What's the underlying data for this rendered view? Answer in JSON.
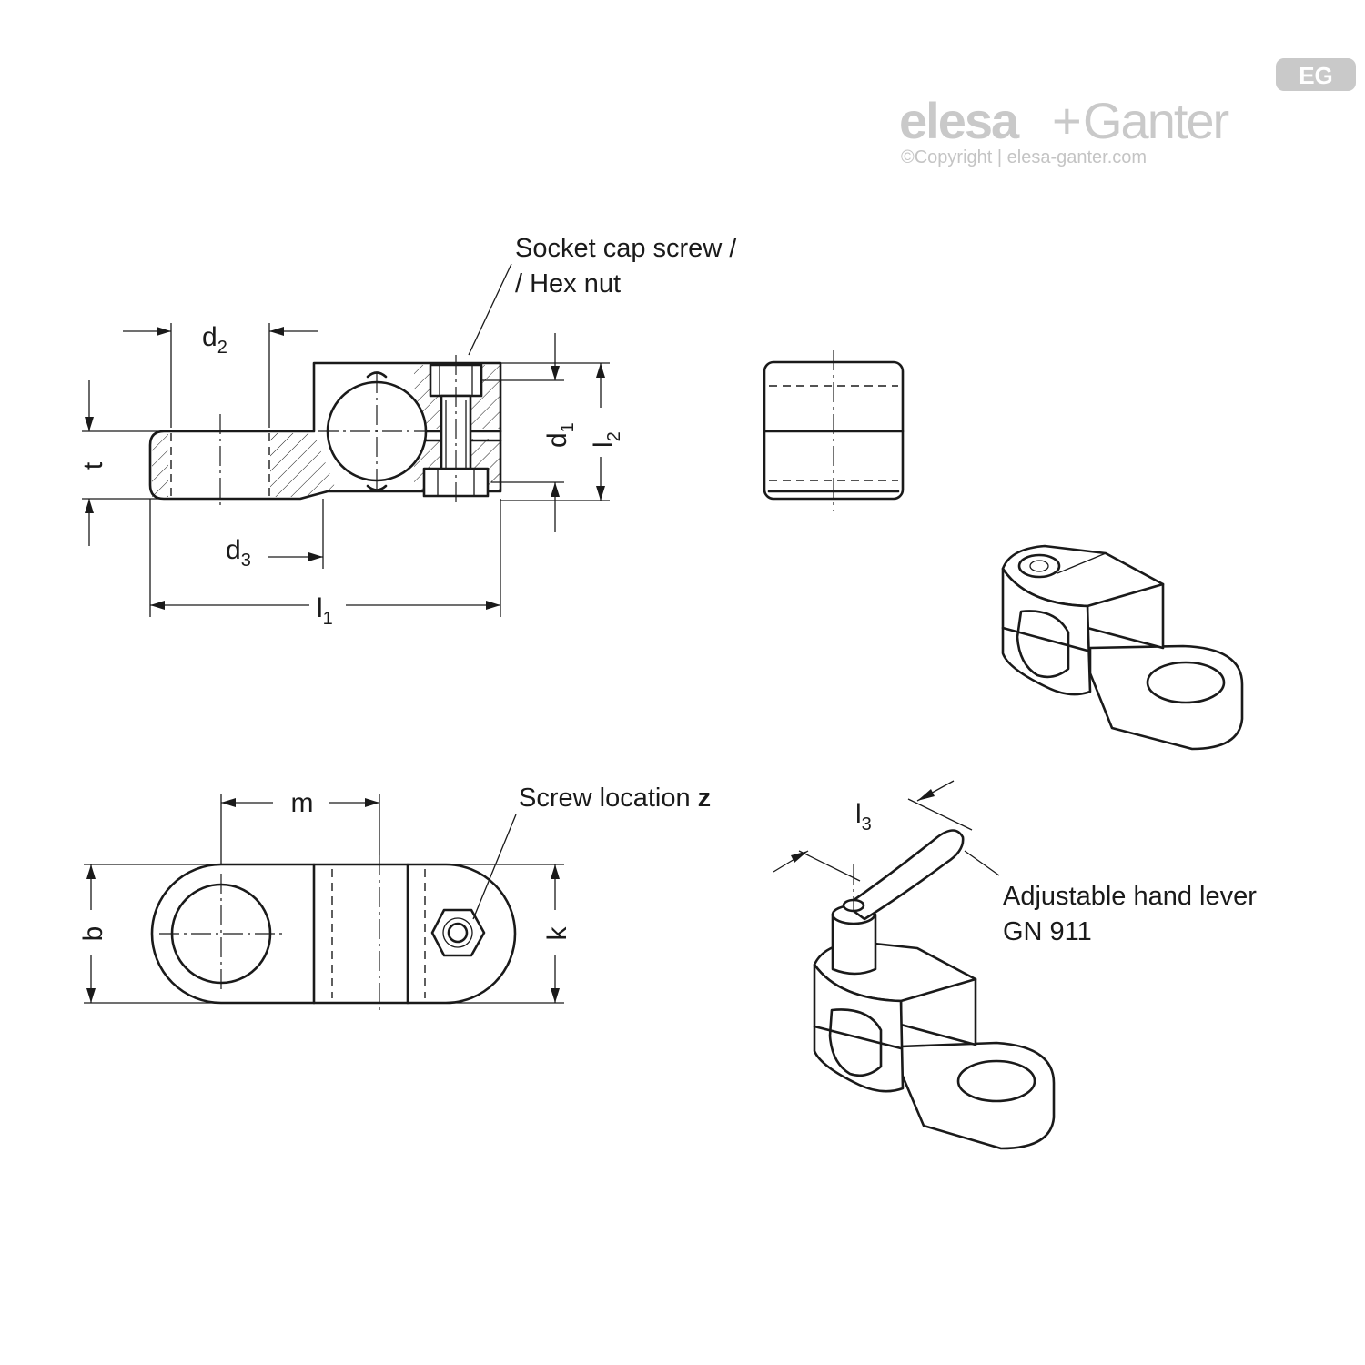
{
  "logo": {
    "brand_left": "elesa",
    "brand_plus": "+",
    "brand_right": "Ganter",
    "badge": "EG",
    "copyright": "©Copyright | elesa-ganter.com"
  },
  "dimensions": {
    "d2": {
      "base": "d",
      "sub": "2"
    },
    "d1": {
      "base": "d",
      "sub": "1"
    },
    "l2": {
      "base": "l",
      "sub": "2"
    },
    "t": {
      "base": "t"
    },
    "d3": {
      "base": "d",
      "sub": "3"
    },
    "l1": {
      "base": "l",
      "sub": "1"
    },
    "m": {
      "base": "m"
    },
    "b": {
      "base": "b"
    },
    "k": {
      "base": "k"
    },
    "l3": {
      "base": "l",
      "sub": "3"
    }
  },
  "callouts": {
    "screw_line1": "Socket cap screw /",
    "screw_line2": "/ Hex nut",
    "screw_location": "Screw location",
    "screw_location_symbol": "z",
    "lever_line1": "Adjustable hand lever",
    "lever_line2": "GN 911"
  }
}
